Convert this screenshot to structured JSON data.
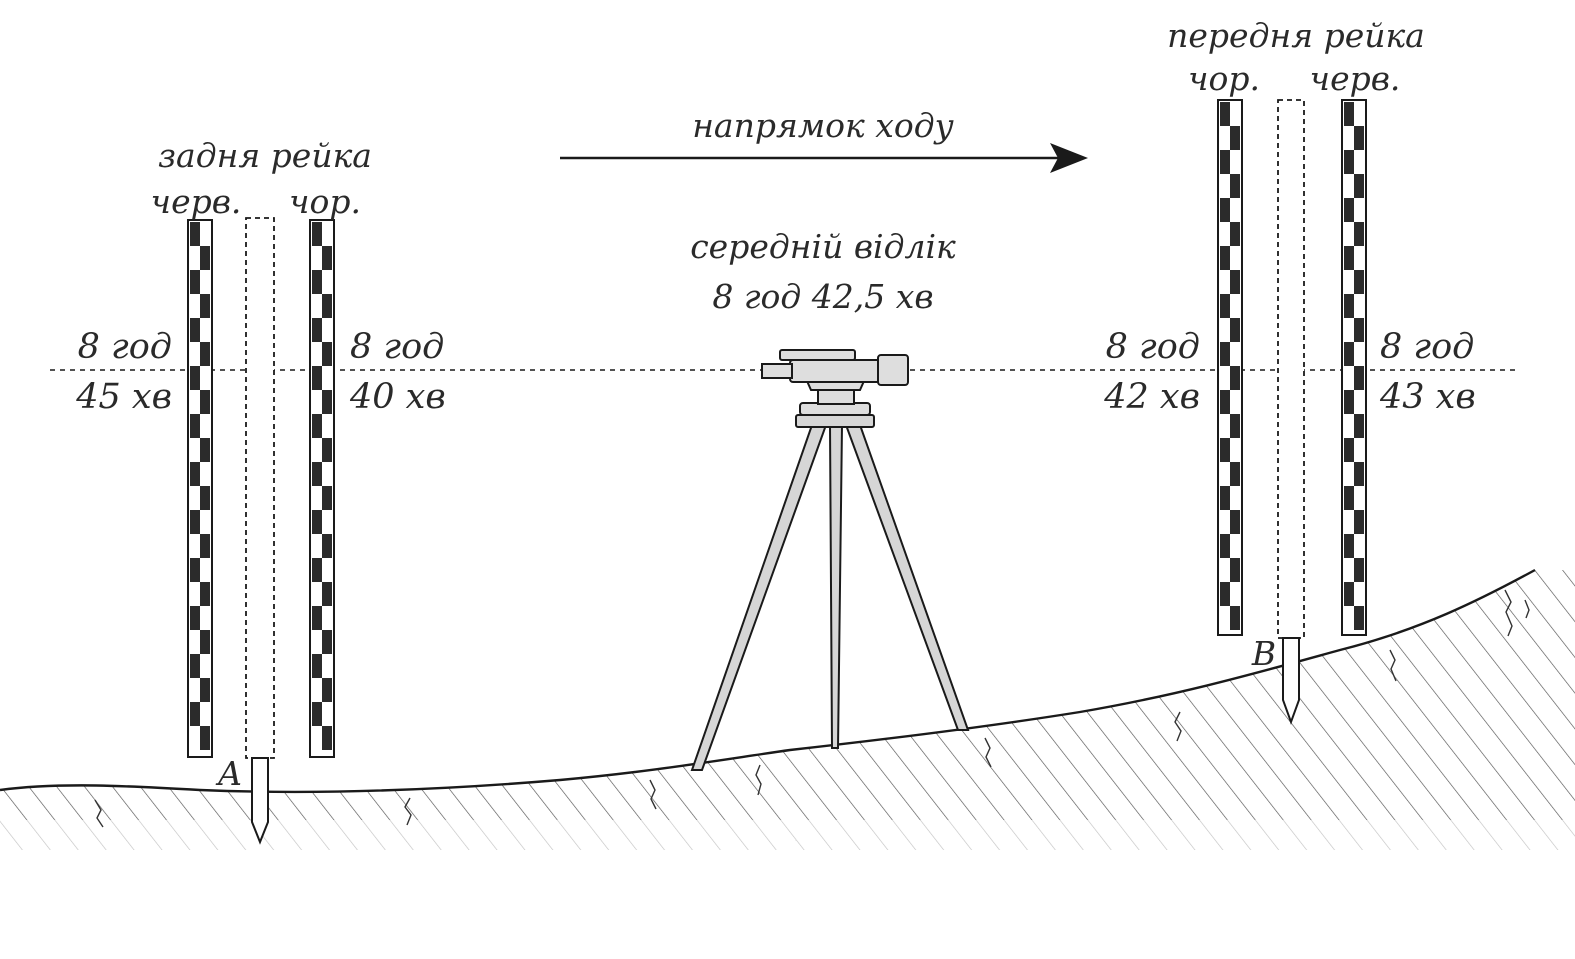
{
  "labels": {
    "direction": "напрямок ходу",
    "middle_reading_title": "середній відлік",
    "middle_reading_value": "8 год 42,5 хв",
    "back_staff": {
      "title": "задня рейка",
      "red_side": "черв.",
      "black_side": "чор.",
      "red_reading_hours": "8 год",
      "red_reading_minutes": "45 хв",
      "black_reading_hours": "8 год",
      "black_reading_minutes": "40 хв",
      "point": "A"
    },
    "front_staff": {
      "title": "передня рейка",
      "black_side": "чор.",
      "red_side": "черв.",
      "black_reading_hours": "8 год",
      "black_reading_minutes": "42 хв",
      "red_reading_hours": "8 год",
      "red_reading_minutes": "43 хв",
      "point": "B"
    }
  },
  "colors": {
    "ink": "#1a1a1a",
    "staff_dark": "#2b2b2b",
    "staff_light": "#ffffff",
    "instrument_fill": "#dedede",
    "tripod_fill": "#d6d6d6"
  }
}
